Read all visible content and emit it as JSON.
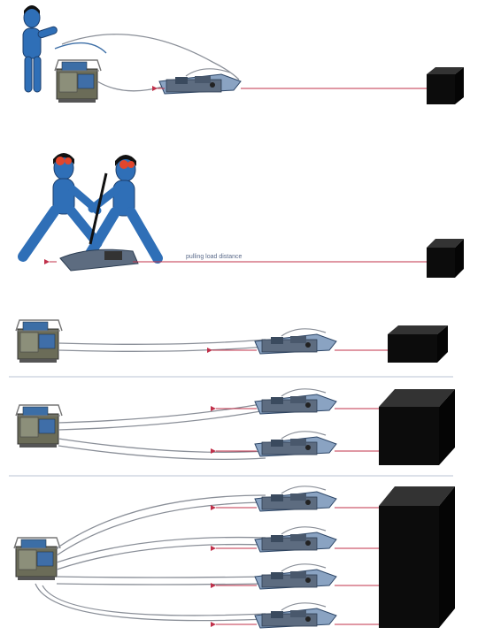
{
  "diagram": {
    "annotation_text": "pulling load distance",
    "colors": {
      "figure_blue": "#2f6fb7",
      "figure_outline": "#1c3f6e",
      "load_black": "#0c0c0c",
      "wire_red": "#c0304a",
      "hose_gray": "#8a8f98",
      "divider": "#b8c3d3",
      "pump_frame": "#6a6e55",
      "puller_steel": "#4a5f79",
      "helmet_red": "#e2462c"
    },
    "icons": [
      "manual-hand-pump-icon",
      "hydraulic-pump-unit-icon",
      "strand-jack-puller-icon",
      "heavy-load-block-icon",
      "worker-figure-icon"
    ],
    "scenes": [
      {
        "name": "powered-pump-single-puller",
        "pullers": 1
      },
      {
        "name": "manual-winching-two-workers",
        "pullers": 0
      },
      {
        "name": "pump-one-puller",
        "pullers": 1
      },
      {
        "name": "pump-two-pullers",
        "pullers": 2
      },
      {
        "name": "pump-four-pullers",
        "pullers": 4
      }
    ]
  }
}
